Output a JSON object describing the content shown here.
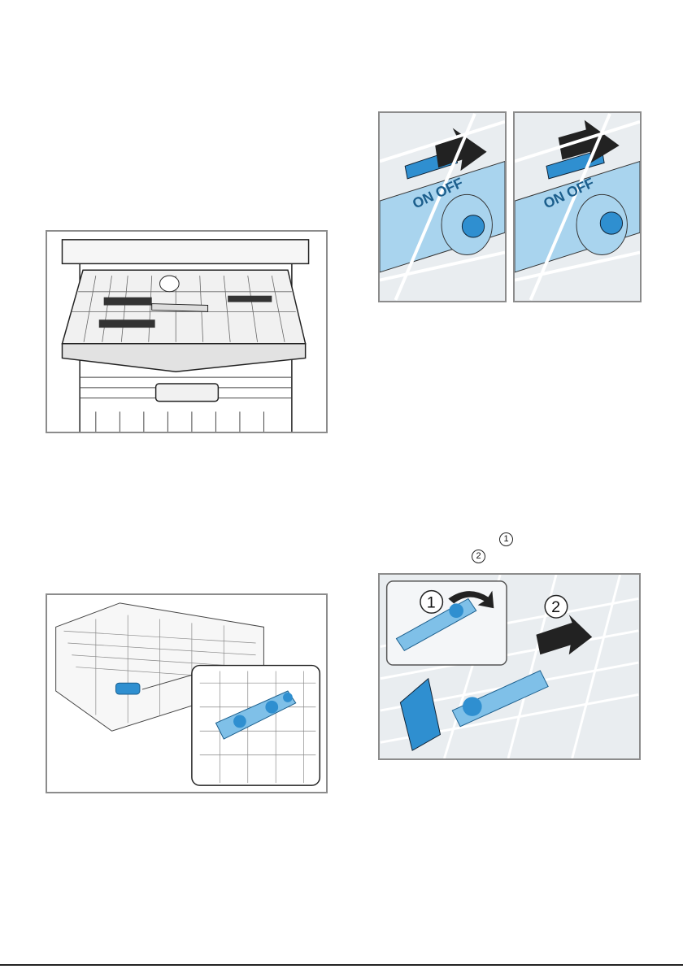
{
  "figures": {
    "onoff_left": {
      "switch_label": "ON OFF"
    },
    "onoff_right": {
      "switch_label": "ON OFF"
    },
    "step_detail": {
      "step1": "1",
      "step2": "2"
    }
  },
  "markers": {
    "m1": "1",
    "m2": "2"
  },
  "colors": {
    "accent": "#2f8fd0",
    "accent_light": "#a9d4ee",
    "frame": "#8c8c8c",
    "panel_bg": "#e9edf0"
  }
}
